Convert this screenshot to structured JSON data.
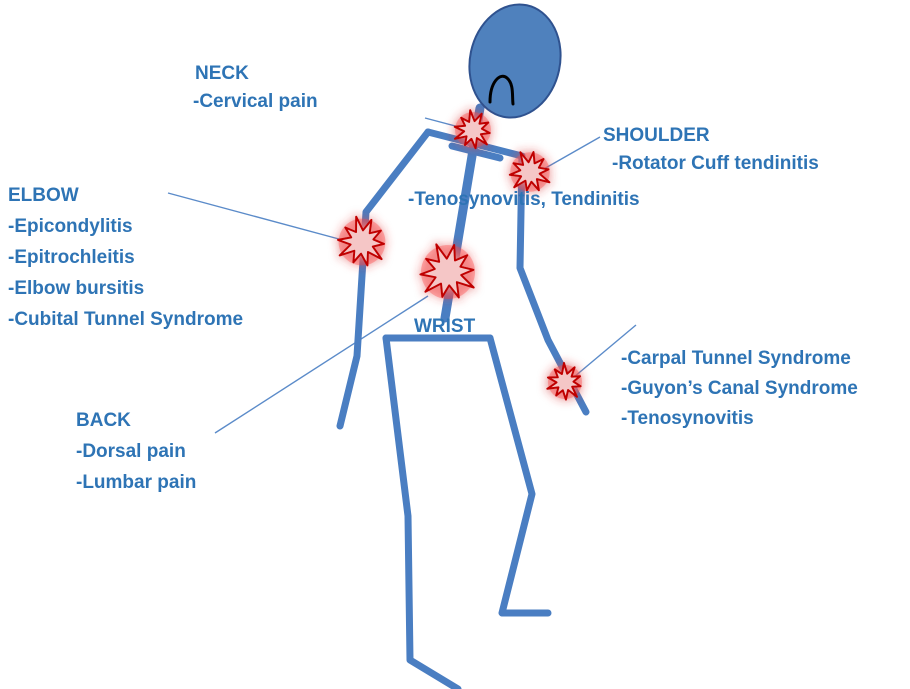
{
  "colors": {
    "text": "#2E74B5",
    "figure": "#4A7EC2",
    "head_fill": "#4F81BD",
    "head_stroke": "#2F528F",
    "pain_fill": "#F5C6C6",
    "pain_stroke": "#C00000",
    "pain_glow": "#FF3B3B",
    "leader": "#5B8BC9"
  },
  "icons": [
    "pain-burst-icon",
    "stick-figure"
  ],
  "labels": {
    "neck": {
      "title": "NECK",
      "items": [
        "-Cervical pain"
      ]
    },
    "shoulder": {
      "title": "SHOULDER",
      "items": [
        "-Rotator Cuff tendinitis"
      ]
    },
    "shoulder_extra": "-Tenosynovitis, Tendinitis",
    "elbow": {
      "title": "ELBOW",
      "items": [
        "-Epicondylitis",
        "-Epitrochleitis",
        "-Elbow bursitis",
        "-Cubital Tunnel Syndrome"
      ]
    },
    "wrist": {
      "title": "WRIST",
      "items": [
        "-Carpal Tunnel Syndrome",
        "-Guyon’s Canal Syndrome",
        "-Tenosynovitis"
      ]
    },
    "back": {
      "title": "BACK",
      "items": [
        "-Dorsal pain",
        "-Lumbar pain"
      ]
    }
  }
}
